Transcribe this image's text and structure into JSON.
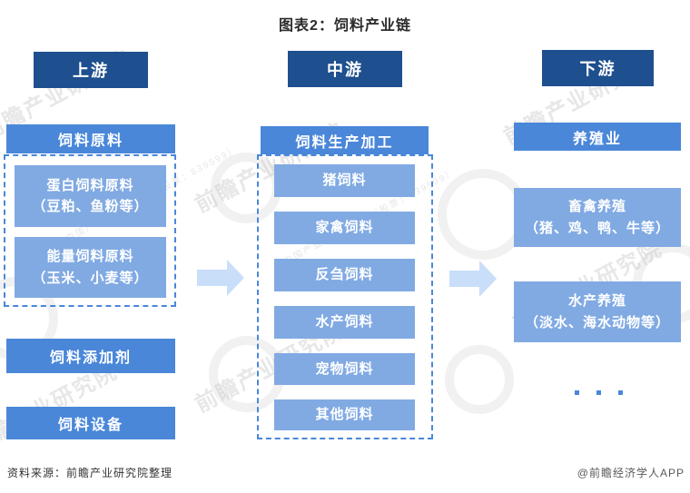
{
  "title": "图表2：饲料产业链",
  "stages": {
    "upstream": {
      "header": "上游",
      "section": "饲料原料",
      "raw_materials": [
        {
          "line1": "蛋白饲料原料",
          "line2": "（豆粕、鱼粉等）"
        },
        {
          "line1": "能量饲料原料",
          "line2": "（玉米、小麦等）"
        }
      ],
      "extras": [
        "饲料添加剂",
        "饲料设备"
      ]
    },
    "midstream": {
      "header": "中游",
      "section": "饲料生产加工",
      "products": [
        "猪饲料",
        "家禽饲料",
        "反刍饲料",
        "水产饲料",
        "宠物饲料",
        "其他饲料"
      ]
    },
    "downstream": {
      "header": "下游",
      "section": "养殖业",
      "segments": [
        {
          "line1": "畜禽养殖",
          "line2": "（猪、鸡、鸭、牛等）"
        },
        {
          "line1": "水产养殖",
          "line2": "（淡水、海水动物等）"
        }
      ],
      "ellipsis": "···"
    }
  },
  "footer": {
    "source": "资料来源：前瞻产业研究院整理",
    "credit": "@前瞻经济学人APP"
  },
  "watermark": {
    "text": "前瞻产业研究院",
    "subtext": "中国产业咨询领导者（股票：839599）"
  },
  "colors": {
    "stage_header": "#1e4f8e",
    "section_box": "#4a87d9",
    "item_box": "#81aae3",
    "arrow": "#c9def8",
    "dashed_border": "#4a87d9"
  }
}
